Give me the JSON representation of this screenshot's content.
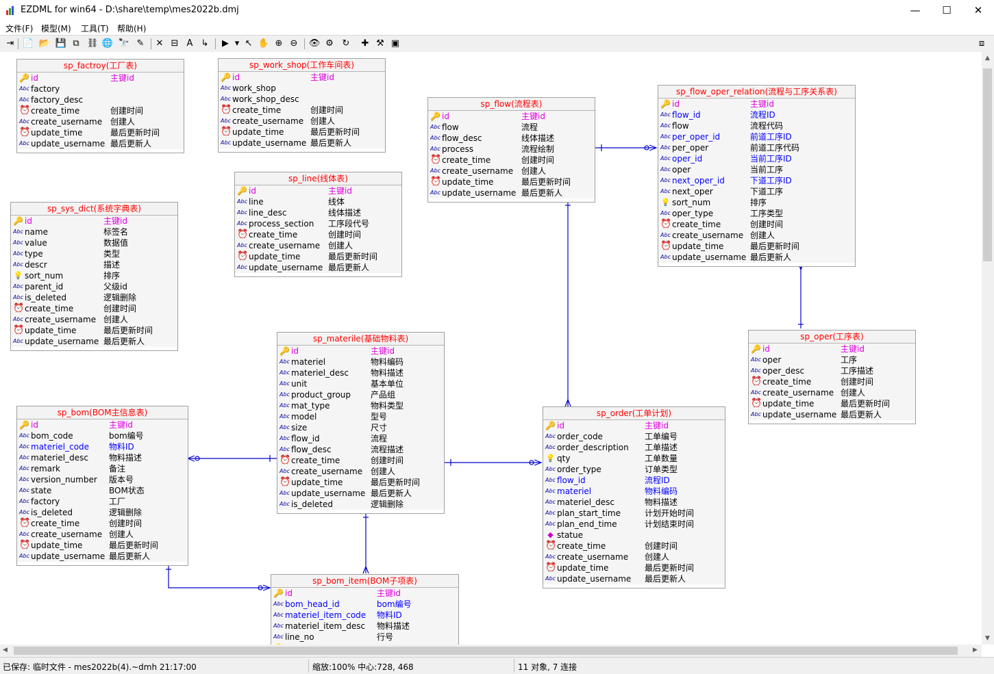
{
  "window": {
    "title": "EZDML for win64 - D:\\share\\temp\\mes2022b.dmj",
    "min": "—",
    "max": "☐",
    "close": "✕"
  },
  "menu": [
    "文件(F)",
    "模型(M)",
    "工具(T)",
    "帮助(H)"
  ],
  "toolbar": [
    "⇥",
    "📄",
    "📂",
    "💾",
    "⧉",
    "⛓",
    "🌐",
    "🔭",
    "✎",
    "✕",
    "⊟",
    "A",
    "↳",
    "▶",
    "▾",
    "↖",
    "✋",
    "⊕",
    "⊖",
    "👁",
    "⚙",
    "↻",
    "✚",
    "⚒",
    "▣",
    "⧈"
  ],
  "status": {
    "saved": "已保存: 临时文件 - mes2022b(4).~dmh 21:17:00",
    "zoom": "缩放:100% 中心:728, 468",
    "count": "11 对象, 7 连接"
  },
  "entities": [
    {
      "title": "sp_factroy(工厂表)",
      "fields": [
        {
          "icon": "key",
          "name": "id",
          "comment": "主键id",
          "style": "pk"
        },
        {
          "icon": "abc",
          "name": "factory",
          "comment": ""
        },
        {
          "icon": "abc",
          "name": "factory_desc",
          "comment": ""
        },
        {
          "icon": "clock",
          "name": "create_time",
          "comment": "创建时间"
        },
        {
          "icon": "abc",
          "name": "create_username",
          "comment": "创建人"
        },
        {
          "icon": "clock",
          "name": "update_time",
          "comment": "最后更新时间"
        },
        {
          "icon": "abc",
          "name": "update_username",
          "comment": "最后更新人"
        }
      ]
    },
    {
      "title": "sp_work_shop(工作车间表)",
      "fields": [
        {
          "icon": "key",
          "name": "id",
          "comment": "主键id",
          "style": "pk"
        },
        {
          "icon": "abc",
          "name": "work_shop",
          "comment": ""
        },
        {
          "icon": "abc",
          "name": "work_shop_desc",
          "comment": ""
        },
        {
          "icon": "clock",
          "name": "create_time",
          "comment": "创建时间"
        },
        {
          "icon": "abc",
          "name": "create_username",
          "comment": "创建人"
        },
        {
          "icon": "clock",
          "name": "update_time",
          "comment": "最后更新时间"
        },
        {
          "icon": "abc",
          "name": "update_username",
          "comment": "最后更新人"
        }
      ]
    },
    {
      "title": "sp_flow(流程表)",
      "fields": [
        {
          "icon": "key",
          "name": "id",
          "comment": "主键id",
          "style": "pk"
        },
        {
          "icon": "abc",
          "name": "flow",
          "comment": "流程"
        },
        {
          "icon": "abc",
          "name": "flow_desc",
          "comment": "线体描述"
        },
        {
          "icon": "abc",
          "name": "process",
          "comment": "流程绘制"
        },
        {
          "icon": "clock",
          "name": "create_time",
          "comment": "创建时间"
        },
        {
          "icon": "abc",
          "name": "create_username",
          "comment": "创建人"
        },
        {
          "icon": "clock",
          "name": "update_time",
          "comment": "最后更新时间"
        },
        {
          "icon": "abc",
          "name": "update_username",
          "comment": "最后更新人"
        }
      ]
    },
    {
      "title": "sp_flow_oper_relation(流程与工序关系表)",
      "fields": [
        {
          "icon": "key",
          "name": "id",
          "comment": "主键id",
          "style": "pk"
        },
        {
          "icon": "abc",
          "name": "flow_id",
          "comment": "流程ID",
          "style": "fk"
        },
        {
          "icon": "abc",
          "name": "flow",
          "comment": "流程代码"
        },
        {
          "icon": "abc",
          "name": "per_oper_id",
          "comment": "前道工序ID",
          "style": "fk"
        },
        {
          "icon": "abc",
          "name": "per_oper",
          "comment": "前道工序代码"
        },
        {
          "icon": "abc",
          "name": "oper_id",
          "comment": "当前工序ID",
          "style": "fk"
        },
        {
          "icon": "abc",
          "name": "oper",
          "comment": "当前工序"
        },
        {
          "icon": "abc",
          "name": "next_oper_id",
          "comment": "下道工序ID",
          "style": "fk"
        },
        {
          "icon": "abc",
          "name": "next_oper",
          "comment": "下道工序"
        },
        {
          "icon": "bulb",
          "name": "sort_num",
          "comment": "排序"
        },
        {
          "icon": "abc",
          "name": "oper_type",
          "comment": "工序类型"
        },
        {
          "icon": "clock",
          "name": "create_time",
          "comment": "创建时间"
        },
        {
          "icon": "abc",
          "name": "create_username",
          "comment": "创建人"
        },
        {
          "icon": "clock",
          "name": "update_time",
          "comment": "最后更新时间"
        },
        {
          "icon": "abc",
          "name": "update_username",
          "comment": "最后更新人"
        }
      ]
    },
    {
      "title": "sp_line(线体表)",
      "fields": [
        {
          "icon": "key",
          "name": "id",
          "comment": "主键id",
          "style": "pk"
        },
        {
          "icon": "abc",
          "name": "line",
          "comment": "线体"
        },
        {
          "icon": "abc",
          "name": "line_desc",
          "comment": "线体描述"
        },
        {
          "icon": "abc",
          "name": "process_section",
          "comment": "工序段代号"
        },
        {
          "icon": "clock",
          "name": "create_time",
          "comment": "创建时间"
        },
        {
          "icon": "abc",
          "name": "create_username",
          "comment": "创建人"
        },
        {
          "icon": "clock",
          "name": "update_time",
          "comment": "最后更新时间"
        },
        {
          "icon": "abc",
          "name": "update_username",
          "comment": "最后更新人"
        }
      ]
    },
    {
      "title": "sp_sys_dict(系统字典表)",
      "fields": [
        {
          "icon": "key",
          "name": "id",
          "comment": "主键id",
          "style": "pk"
        },
        {
          "icon": "abc",
          "name": "name",
          "comment": "标签名"
        },
        {
          "icon": "abc",
          "name": "value",
          "comment": "数据值"
        },
        {
          "icon": "abc",
          "name": "type",
          "comment": "类型"
        },
        {
          "icon": "abc",
          "name": "descr",
          "comment": "描述"
        },
        {
          "icon": "bulb",
          "name": "sort_num",
          "comment": "排序"
        },
        {
          "icon": "abc",
          "name": "parent_id",
          "comment": "父级id"
        },
        {
          "icon": "abc",
          "name": "is_deleted",
          "comment": "逻辑删除"
        },
        {
          "icon": "clock",
          "name": "create_time",
          "comment": "创建时间"
        },
        {
          "icon": "abc",
          "name": "create_username",
          "comment": "创建人"
        },
        {
          "icon": "clock",
          "name": "update_time",
          "comment": "最后更新时间"
        },
        {
          "icon": "abc",
          "name": "update_username",
          "comment": "最后更新人"
        }
      ]
    },
    {
      "title": "sp_materile(基础物料表)",
      "fields": [
        {
          "icon": "key",
          "name": "id",
          "comment": "主键id",
          "style": "pk"
        },
        {
          "icon": "abc",
          "name": "materiel",
          "comment": "物料编码"
        },
        {
          "icon": "abc",
          "name": "materiel_desc",
          "comment": "物料描述"
        },
        {
          "icon": "abc",
          "name": "unit",
          "comment": "基本单位"
        },
        {
          "icon": "abc",
          "name": "product_group",
          "comment": "产品组"
        },
        {
          "icon": "abc",
          "name": "mat_type",
          "comment": "物料类型"
        },
        {
          "icon": "abc",
          "name": "model",
          "comment": "型号"
        },
        {
          "icon": "abc",
          "name": "size",
          "comment": "尺寸"
        },
        {
          "icon": "abc",
          "name": "flow_id",
          "comment": "流程"
        },
        {
          "icon": "abc",
          "name": "flow_desc",
          "comment": "流程描述"
        },
        {
          "icon": "clock",
          "name": "create_time",
          "comment": "创建时间"
        },
        {
          "icon": "abc",
          "name": "create_username",
          "comment": "创建人"
        },
        {
          "icon": "clock",
          "name": "update_time",
          "comment": "最后更新时间"
        },
        {
          "icon": "abc",
          "name": "update_username",
          "comment": "最后更新人"
        },
        {
          "icon": "abc",
          "name": "is_deleted",
          "comment": "逻辑删除"
        }
      ]
    },
    {
      "title": "sp_oper(工序表)",
      "fields": [
        {
          "icon": "key",
          "name": "id",
          "comment": "主键id",
          "style": "pk"
        },
        {
          "icon": "abc",
          "name": "oper",
          "comment": "工序"
        },
        {
          "icon": "abc",
          "name": "oper_desc",
          "comment": "工序描述"
        },
        {
          "icon": "clock",
          "name": "create_time",
          "comment": "创建时间"
        },
        {
          "icon": "abc",
          "name": "create_username",
          "comment": "创建人"
        },
        {
          "icon": "clock",
          "name": "update_time",
          "comment": "最后更新时间"
        },
        {
          "icon": "abc",
          "name": "update_username",
          "comment": "最后更新人"
        }
      ]
    },
    {
      "title": "sp_bom(BOM主信息表)",
      "fields": [
        {
          "icon": "key",
          "name": "id",
          "comment": "主键id",
          "style": "pk"
        },
        {
          "icon": "abc",
          "name": "bom_code",
          "comment": "bom编号"
        },
        {
          "icon": "abc",
          "name": "materiel_code",
          "comment": "物料ID",
          "style": "fk"
        },
        {
          "icon": "abc",
          "name": "materiel_desc",
          "comment": "物料描述"
        },
        {
          "icon": "abc",
          "name": "remark",
          "comment": "备注"
        },
        {
          "icon": "abc",
          "name": "version_number",
          "comment": "版本号"
        },
        {
          "icon": "abc",
          "name": "state",
          "comment": "BOM状态"
        },
        {
          "icon": "abc",
          "name": "factory",
          "comment": "工厂"
        },
        {
          "icon": "abc",
          "name": "is_deleted",
          "comment": "逻辑删除"
        },
        {
          "icon": "clock",
          "name": "create_time",
          "comment": "创建时间"
        },
        {
          "icon": "abc",
          "name": "create_username",
          "comment": "创建人"
        },
        {
          "icon": "clock",
          "name": "update_time",
          "comment": "最后更新时间"
        },
        {
          "icon": "abc",
          "name": "update_username",
          "comment": "最后更新人"
        }
      ]
    },
    {
      "title": "sp_order(工单计划)",
      "fields": [
        {
          "icon": "key",
          "name": "id",
          "comment": "主键id",
          "style": "pk"
        },
        {
          "icon": "abc",
          "name": "order_code",
          "comment": "工单编号"
        },
        {
          "icon": "abc",
          "name": "order_description",
          "comment": "工单描述"
        },
        {
          "icon": "bulb",
          "name": "qty",
          "comment": "工单数量"
        },
        {
          "icon": "abc",
          "name": "order_type",
          "comment": "订单类型"
        },
        {
          "icon": "abc",
          "name": "flow_id",
          "comment": "流程ID",
          "style": "fk"
        },
        {
          "icon": "abc",
          "name": "materiel",
          "comment": "物料编码",
          "style": "fk"
        },
        {
          "icon": "abc",
          "name": "materiel_desc",
          "comment": "物料描述"
        },
        {
          "icon": "abc",
          "name": "plan_start_time",
          "comment": "计划开始时间"
        },
        {
          "icon": "abc",
          "name": "plan_end_time",
          "comment": "计划结束时间"
        },
        {
          "icon": "diamond",
          "name": "statue",
          "comment": ""
        },
        {
          "icon": "clock",
          "name": "create_time",
          "comment": "创建时间"
        },
        {
          "icon": "abc",
          "name": "create_username",
          "comment": "创建人"
        },
        {
          "icon": "clock",
          "name": "update_time",
          "comment": "最后更新时间"
        },
        {
          "icon": "abc",
          "name": "update_username",
          "comment": "最后更新人"
        }
      ]
    },
    {
      "title": "sp_bom_item(BOM子项表)",
      "fields": [
        {
          "icon": "key",
          "name": "id",
          "comment": "主键id",
          "style": "pk"
        },
        {
          "icon": "abc",
          "name": "bom_head_id",
          "comment": "bom编号",
          "style": "fk"
        },
        {
          "icon": "abc",
          "name": "materiel_item_code",
          "comment": "物料ID",
          "style": "fk"
        },
        {
          "icon": "abc",
          "name": "materiel_item_desc",
          "comment": "物料描述"
        },
        {
          "icon": "abc",
          "name": "line_no",
          "comment": "行号"
        },
        {
          "icon": "bulb",
          "name": "",
          "comment": ""
        }
      ]
    }
  ]
}
